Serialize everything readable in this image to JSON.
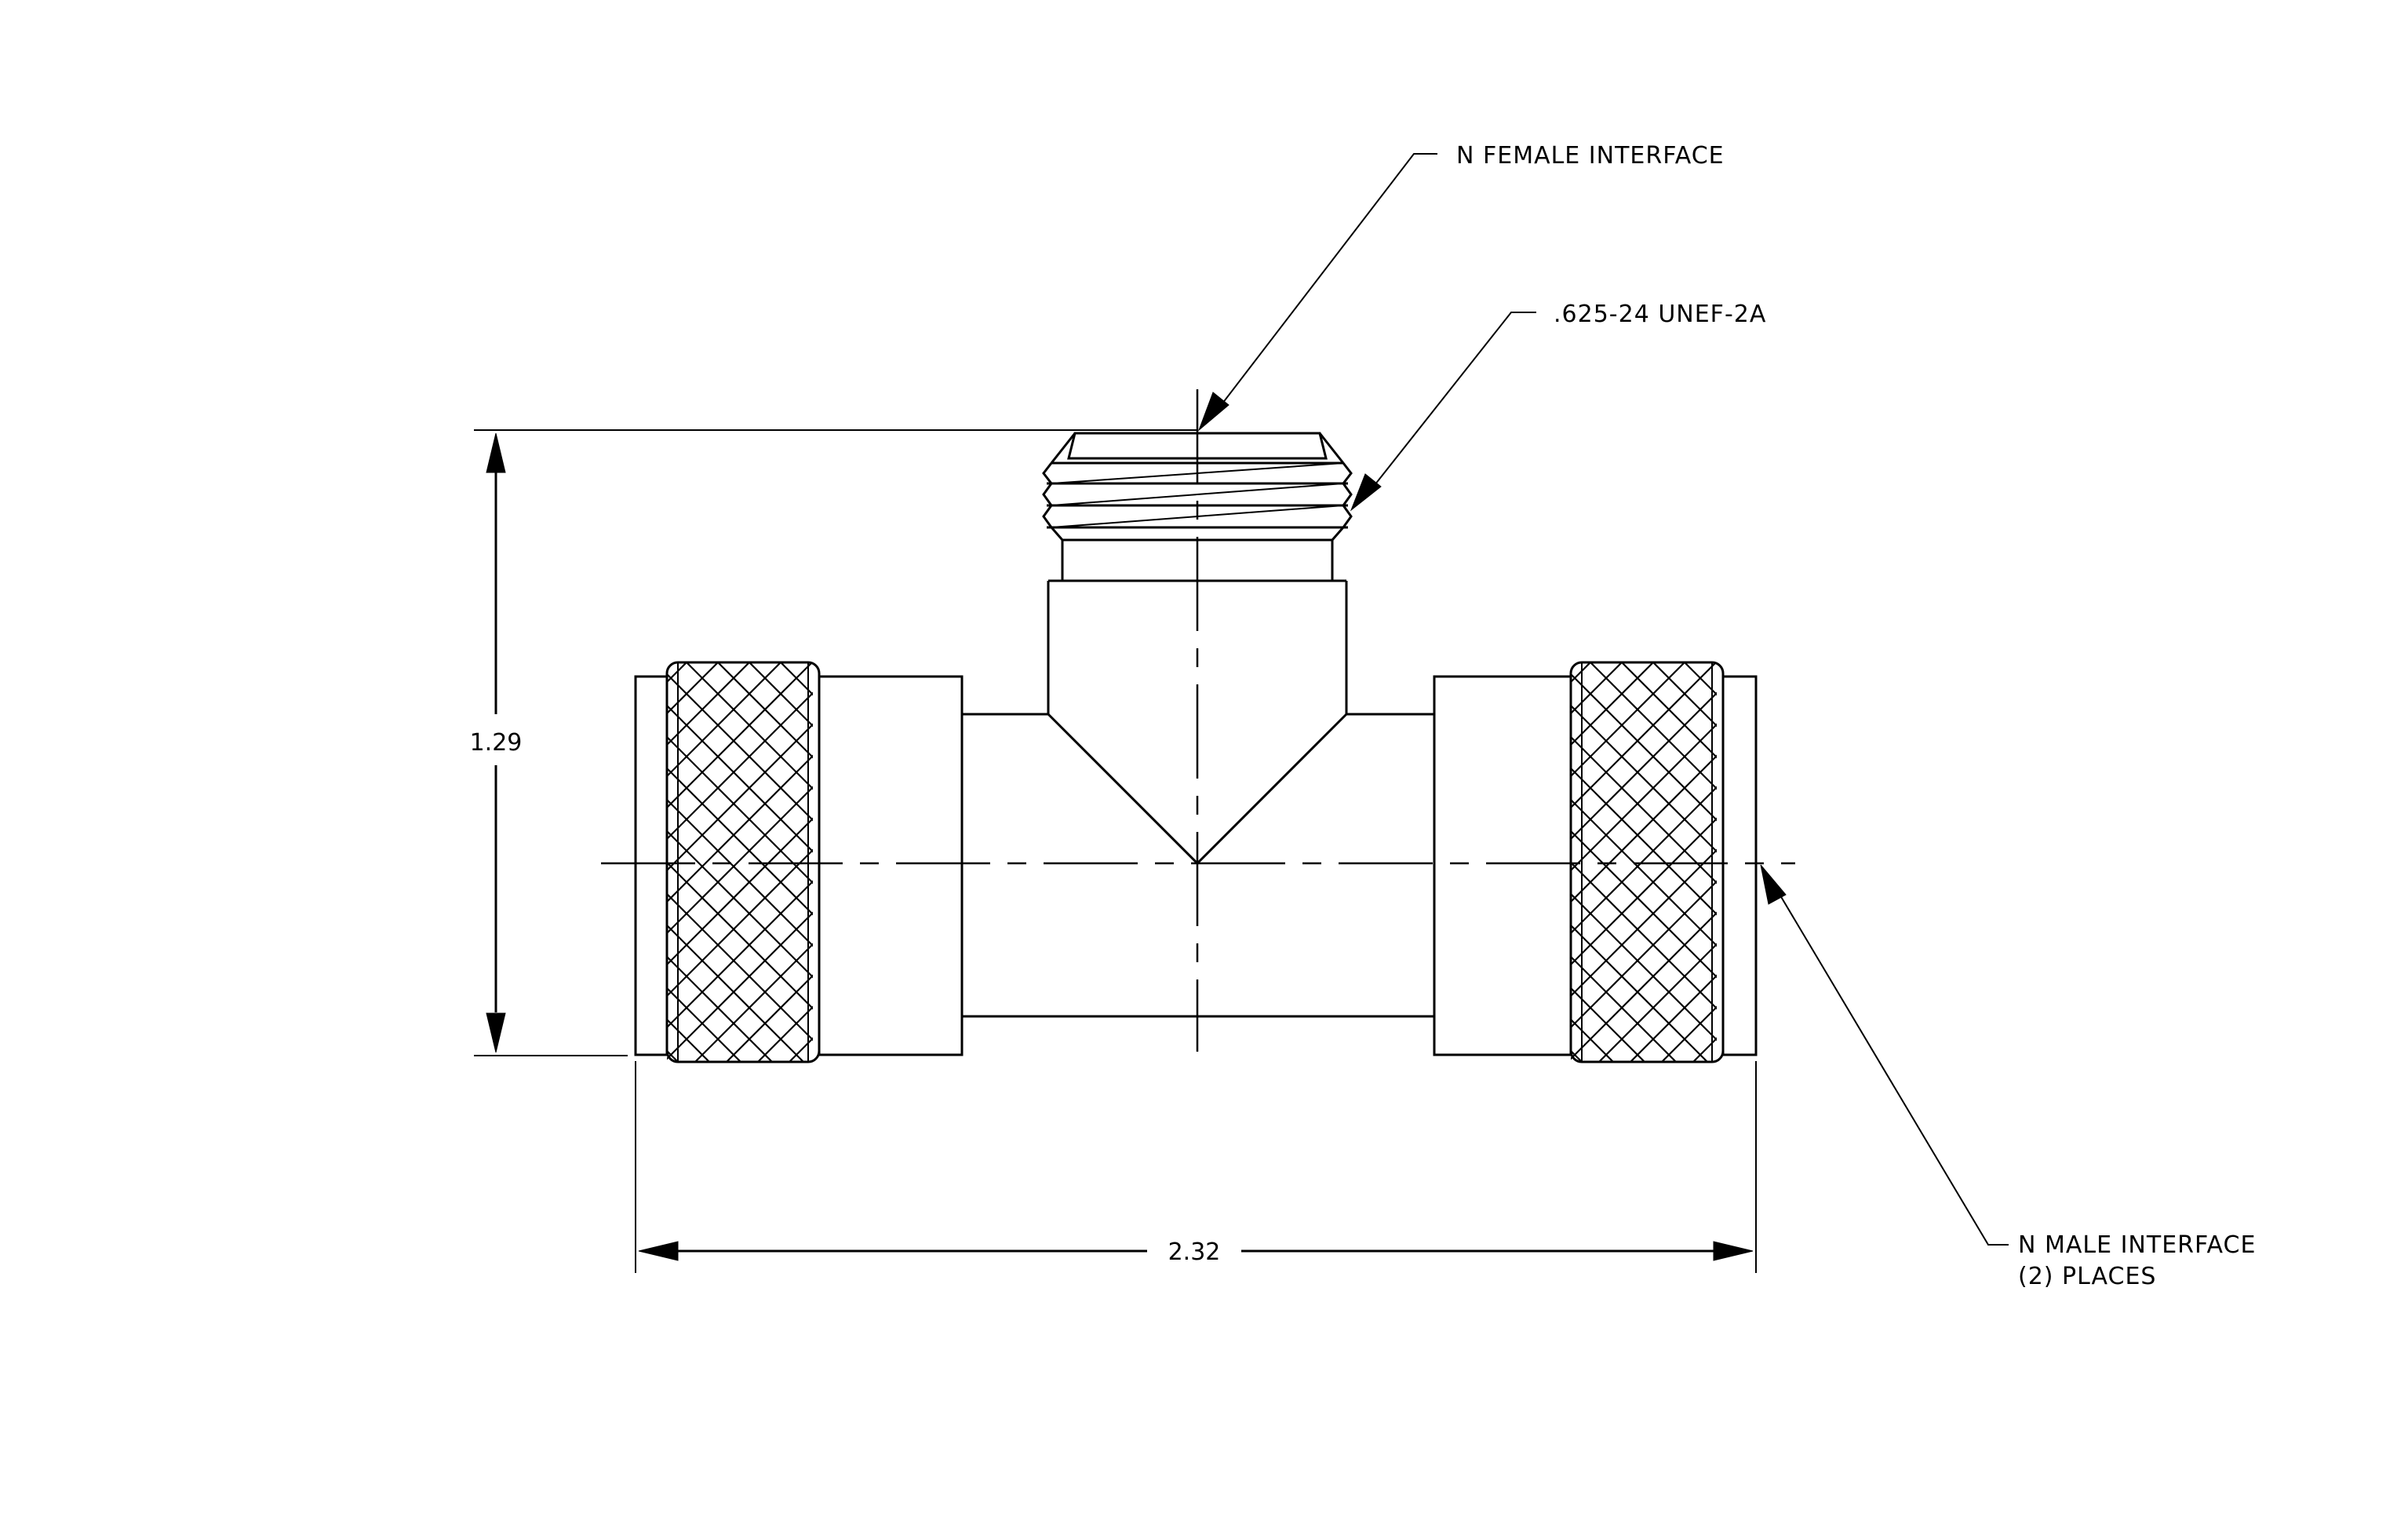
{
  "callouts": {
    "female_interface": "N FEMALE INTERFACE",
    "thread_spec": ".625-24 UNEF-2A",
    "male_interface_line1": "N MALE INTERFACE",
    "male_interface_line2": "(2)  PLACES"
  },
  "dimensions": {
    "height": "1.29",
    "width": "2.32"
  }
}
